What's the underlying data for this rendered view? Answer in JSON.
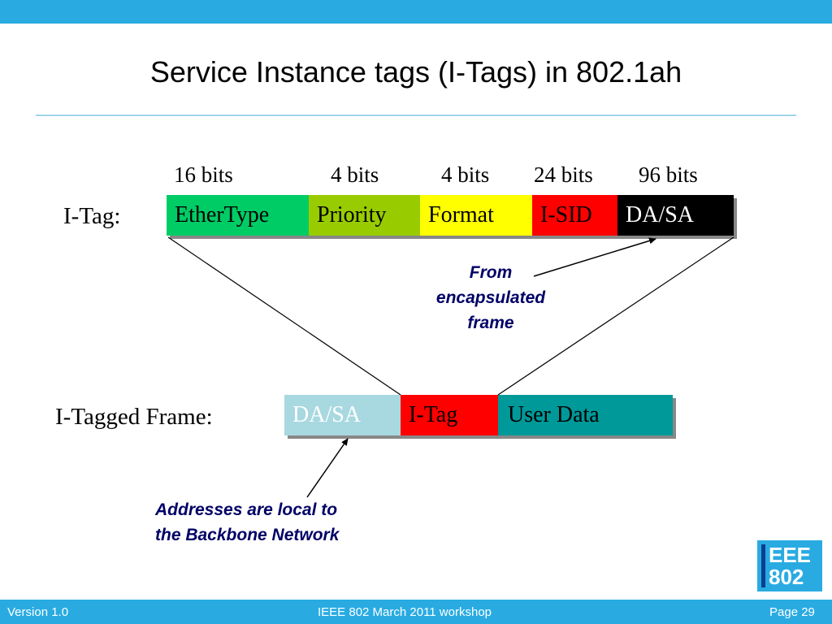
{
  "title": "Service Instance tags (I-Tags) in 802.1ah",
  "bit_labels": [
    "16 bits",
    "4 bits",
    "4 bits",
    "24 bits",
    "96 bits"
  ],
  "itag": {
    "label": "I-Tag:",
    "fields": [
      {
        "text": "EtherType",
        "color": "#00CC66",
        "text_color": "#000000"
      },
      {
        "text": "Priority",
        "color": "#99CC00",
        "text_color": "#000000"
      },
      {
        "text": "Format",
        "color": "#FFFF00",
        "text_color": "#000000"
      },
      {
        "text": "I-SID",
        "color": "#FF0000",
        "text_color": "#000000"
      },
      {
        "text": "DA/SA",
        "color": "#000000",
        "text_color": "#FFFFFF"
      }
    ]
  },
  "frame": {
    "label": "I-Tagged Frame:",
    "fields": [
      {
        "text": "DA/SA",
        "color": "#A8D8E0",
        "text_color": "#FFFFFF"
      },
      {
        "text": "I-Tag",
        "color": "#FF0000",
        "text_color": "#000000"
      },
      {
        "text": "User Data",
        "color": "#009999",
        "text_color": "#000000"
      }
    ]
  },
  "annotations": {
    "encapsulated": [
      "From",
      "encapsulated",
      "frame"
    ],
    "backbone": [
      "Addresses are local to",
      "the Backbone Network"
    ]
  },
  "logo": {
    "line1": "EEE",
    "line2": "802"
  },
  "footer": {
    "version": "Version 1.0",
    "center": "IEEE 802 March 2011 workshop",
    "page": "Page 29"
  },
  "colors": {
    "accent": "#29ABE2",
    "annotation_text": "#000066"
  }
}
